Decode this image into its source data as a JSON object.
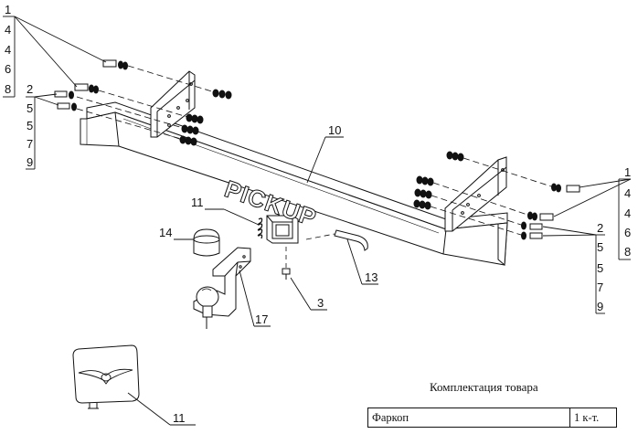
{
  "callouts": {
    "left_top": [
      "1",
      "4",
      "4",
      "6",
      "8"
    ],
    "left_mid": [
      "2",
      "5",
      "5",
      "7",
      "9"
    ],
    "right_top": [
      "1",
      "4",
      "4",
      "6",
      "8"
    ],
    "right_mid": [
      "2",
      "5",
      "5",
      "7",
      "9"
    ],
    "c10": "10",
    "c11a": "11",
    "c14": "14",
    "c13": "13",
    "c3": "3",
    "c17": "17",
    "c11b": "11"
  },
  "bar_logo": "PICKUP",
  "kit": {
    "caption": "Комплектация товара",
    "rows": [
      {
        "name": "Фаркоп",
        "qty": "1 к-т."
      }
    ]
  }
}
